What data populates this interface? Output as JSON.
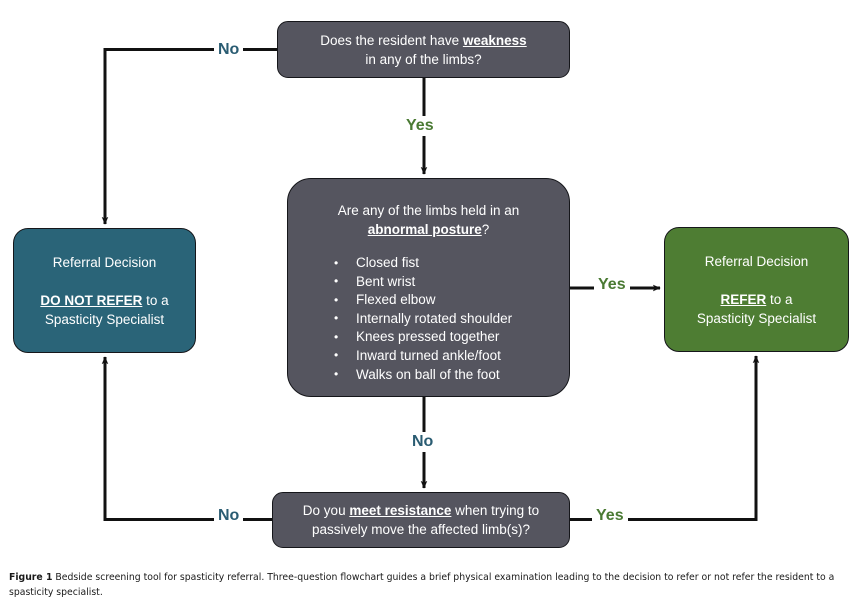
{
  "figure": {
    "label": "Figure 1",
    "caption": " Bedside screening tool for spasticity referral. Three-question flowchart guides a brief physical examination leading to the decision to refer or not refer the resident to a spasticity specialist."
  },
  "colors": {
    "question_box": "#55555f",
    "decision_no_box": "#2a6478",
    "decision_yes_box": "#4e7d33",
    "label_no": "#2a5c72",
    "label_yes": "#4a7a33",
    "connector": "#111111",
    "background": "#ffffff"
  },
  "flowchart": {
    "type": "decision-flowchart",
    "nodes": {
      "weakness": {
        "kind": "question",
        "line1_prefix": "Does the resident have ",
        "line1_term": "weakness",
        "line2": "in any of the limbs?"
      },
      "posture": {
        "kind": "question",
        "line1": "Are any of the limbs held in an",
        "line2_term": "abnormal posture",
        "line2_suffix": "?",
        "bullets": [
          "Closed fist",
          "Bent wrist",
          "Flexed elbow",
          "Internally rotated shoulder",
          "Knees pressed together",
          "Inward turned ankle/foot",
          "Walks on ball of the foot"
        ]
      },
      "resistance": {
        "kind": "question",
        "line1_prefix": "Do you ",
        "line1_term": "meet resistance",
        "line1_suffix": " when trying to",
        "line2": "passively move the affected limb(s)?"
      },
      "do_not_refer": {
        "kind": "outcome",
        "title": "Referral Decision",
        "action_term": "DO NOT REFER",
        "action_suffix": " to a",
        "action_line2": "Spasticity Specialist"
      },
      "refer": {
        "kind": "outcome",
        "title": "Referral Decision",
        "action_term": "REFER",
        "action_suffix": " to a",
        "action_line2": "Spasticity Specialist"
      }
    },
    "edges": [
      {
        "id": "weakness-no",
        "from": "weakness",
        "to": "do_not_refer",
        "label": "No"
      },
      {
        "id": "weakness-yes",
        "from": "weakness",
        "to": "posture",
        "label": "Yes"
      },
      {
        "id": "posture-yes",
        "from": "posture",
        "to": "refer",
        "label": "Yes"
      },
      {
        "id": "posture-no",
        "from": "posture",
        "to": "resistance",
        "label": "No"
      },
      {
        "id": "resistance-no",
        "from": "resistance",
        "to": "do_not_refer",
        "label": "No"
      },
      {
        "id": "resistance-yes",
        "from": "resistance",
        "to": "refer",
        "label": "Yes"
      }
    ]
  }
}
